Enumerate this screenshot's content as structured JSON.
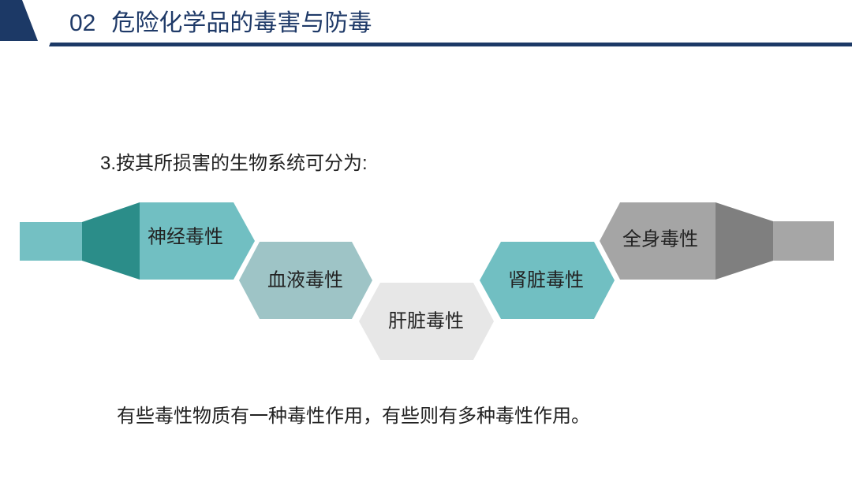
{
  "slide": {
    "section_number": "02",
    "title": "危险化学品的毒害与防毒",
    "intro": "3.按其所损害的生物系统可分为:",
    "note": "有些毒性物质有一种毒性作用，有些则有多种毒性作用。"
  },
  "theme": {
    "navy": "#1c3966",
    "text": "#222222"
  },
  "diagram": {
    "start_bar_color": "#74c0c3",
    "start_cone_color": "#2b8d89",
    "end_cone_color": "#7f7f7f",
    "end_bar_color": "#a6a6a6",
    "stages": [
      {
        "label": "神经毒性",
        "color": "#71bfc2"
      },
      {
        "label": "血液毒性",
        "color": "#9ec4c6"
      },
      {
        "label": "肝脏毒性",
        "color": "#e7e7e7"
      },
      {
        "label": "肾脏毒性",
        "color": "#71bfc2"
      },
      {
        "label": "全身毒性",
        "color": "#a5a5a5"
      }
    ]
  }
}
